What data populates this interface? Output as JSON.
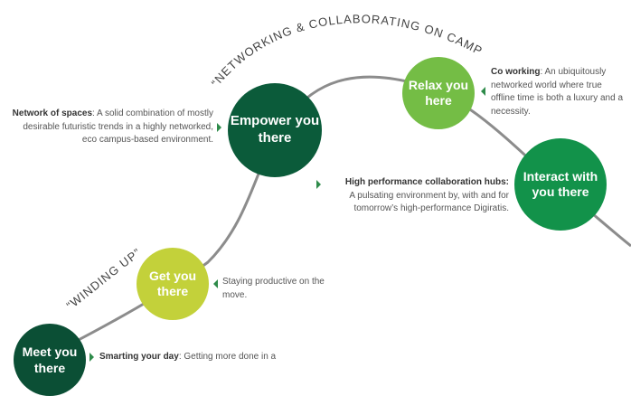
{
  "stages": [
    {
      "title": "Meet you there",
      "color": "#0b4f35"
    },
    {
      "title": "Get you there",
      "color": "#c3d13a"
    },
    {
      "title": "Empower you there",
      "color": "#0b5b3a"
    },
    {
      "title": "Relax you here",
      "color": "#74bd45"
    },
    {
      "title": "Interact with you there",
      "color": "#12924a"
    }
  ],
  "labels": {
    "winding_up": "“WINDING UP”",
    "networking": "“NETWORKING & COLLABORATING ON CAMPUS”"
  },
  "descriptions": {
    "network": {
      "bold": "Network of spaces",
      "sep": ": ",
      "text": "A solid combination of mostly desirable futuristic trends in a highly networked, eco campus-based environment."
    },
    "cowork": {
      "bold": "Co working",
      "sep": ": ",
      "text": "An ubiquitously networked world where true offline time is both a luxury and a necessity."
    },
    "hub": {
      "bold": "High performance collaboration hubs:",
      "text": "A pulsating environment by, with and for tomorrow’s high-performance Digiratis."
    },
    "stay": {
      "text": "Staying productive on the move."
    },
    "smart": {
      "bold": "Smarting your day",
      "sep": ": ",
      "text": "Getting more done in a"
    }
  },
  "colors": {
    "curve": "#8c8c8c",
    "arrow": "#2e8b4a"
  }
}
